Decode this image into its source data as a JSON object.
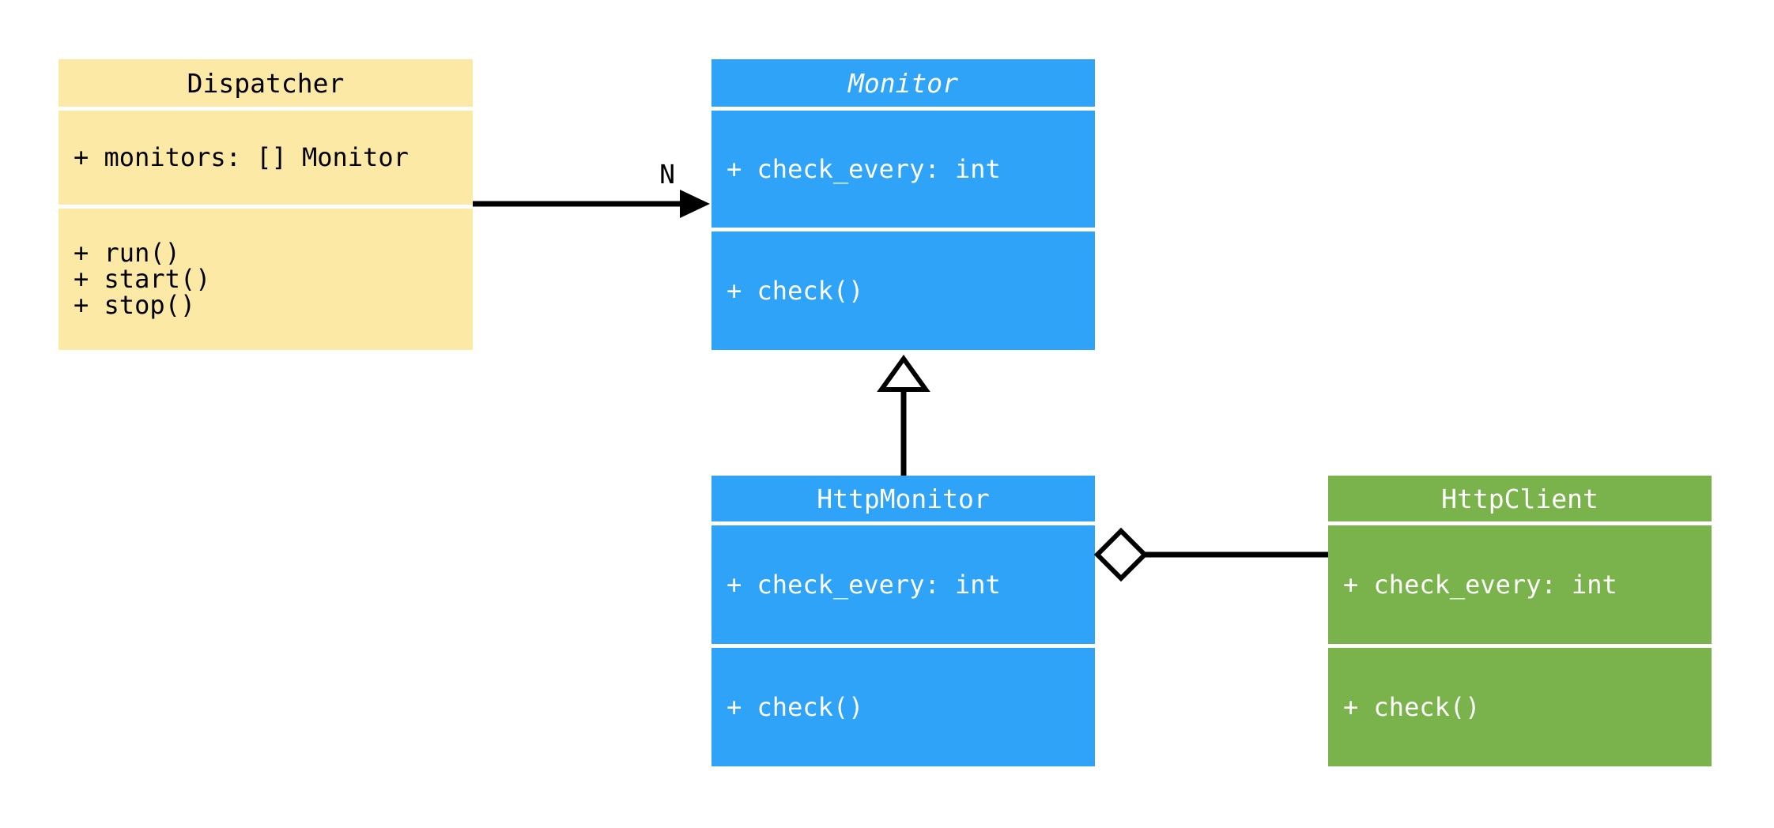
{
  "diagram": {
    "background": "#FFFFFF",
    "line_color": "#000000",
    "classes": [
      {
        "name": "Dispatcher",
        "abstract": false,
        "fill": "#FCE9A6",
        "text_color": "#000000",
        "attributes": [
          "+ monitors: [] Monitor"
        ],
        "methods": [
          "+ run()",
          "+ start()",
          "+ stop()"
        ]
      },
      {
        "name": "Monitor",
        "abstract": true,
        "fill": "#2EA3F8",
        "text_color": "#FFFFFF",
        "attributes": [
          "+ check_every: int"
        ],
        "methods": [
          "+ check()"
        ]
      },
      {
        "name": "HttpMonitor",
        "abstract": false,
        "fill": "#2EA3F8",
        "text_color": "#FFFFFF",
        "attributes": [
          "+ check_every: int"
        ],
        "methods": [
          "+ check()"
        ]
      },
      {
        "name": "HttpClient",
        "abstract": false,
        "fill": "#7AB34B",
        "text_color": "#FFFFFF",
        "attributes": [
          "+ check_every: int"
        ],
        "methods": [
          "+ check()"
        ]
      }
    ],
    "relationships": [
      {
        "type": "association",
        "from": "Dispatcher",
        "to": "Monitor",
        "label": "N",
        "arrowhead": "filled-arrow"
      },
      {
        "type": "generalization",
        "from": "HttpMonitor",
        "to": "Monitor",
        "label": "",
        "arrowhead": "hollow-triangle"
      },
      {
        "type": "aggregation",
        "from": "HttpMonitor",
        "to": "HttpClient",
        "label": "",
        "arrowhead": "hollow-diamond"
      }
    ]
  }
}
